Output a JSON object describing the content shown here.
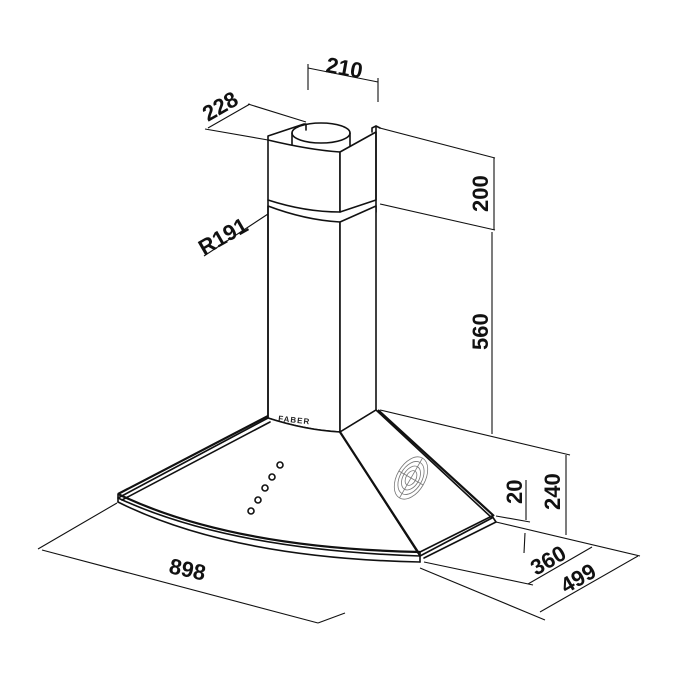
{
  "diagram": {
    "subject": "Chimney cooker hood dimension drawing",
    "brand_label": "FABER",
    "units": "mm",
    "dimensions": {
      "chimney_width": "210",
      "chimney_depth": "228",
      "radius": "R191",
      "upper_chimney_height": "200",
      "lower_chimney_height": "560",
      "canopy_height": "240",
      "rim_height": "20",
      "canopy_depth_inner": "360",
      "canopy_depth_total": "499",
      "overall_width": "898"
    },
    "features": {
      "control_buttons": 5,
      "filter_grille": "round-grille-icon"
    }
  }
}
